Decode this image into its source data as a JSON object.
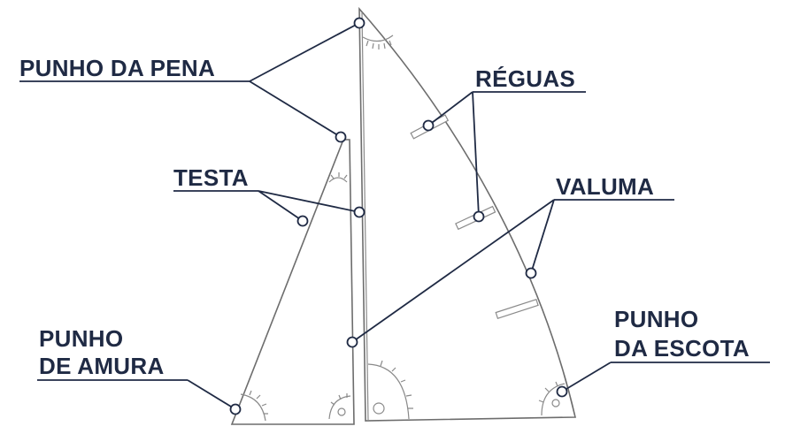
{
  "labels": {
    "punho_da_pena": "PUNHO DA PENA",
    "testa": "TESTA",
    "punho_de_amura_1": "PUNHO",
    "punho_de_amura_2": "DE AMURA",
    "reguas": "RÉGUAS",
    "valuma": "VALUMA",
    "punho_da_escota_1": "PUNHO",
    "punho_da_escota_2": "DA ESCOTA"
  },
  "colors": {
    "label_text": "#1f2a44",
    "leader_line": "#1f2a44",
    "sail_outline": "#6d6d6d",
    "background": "#ffffff"
  }
}
